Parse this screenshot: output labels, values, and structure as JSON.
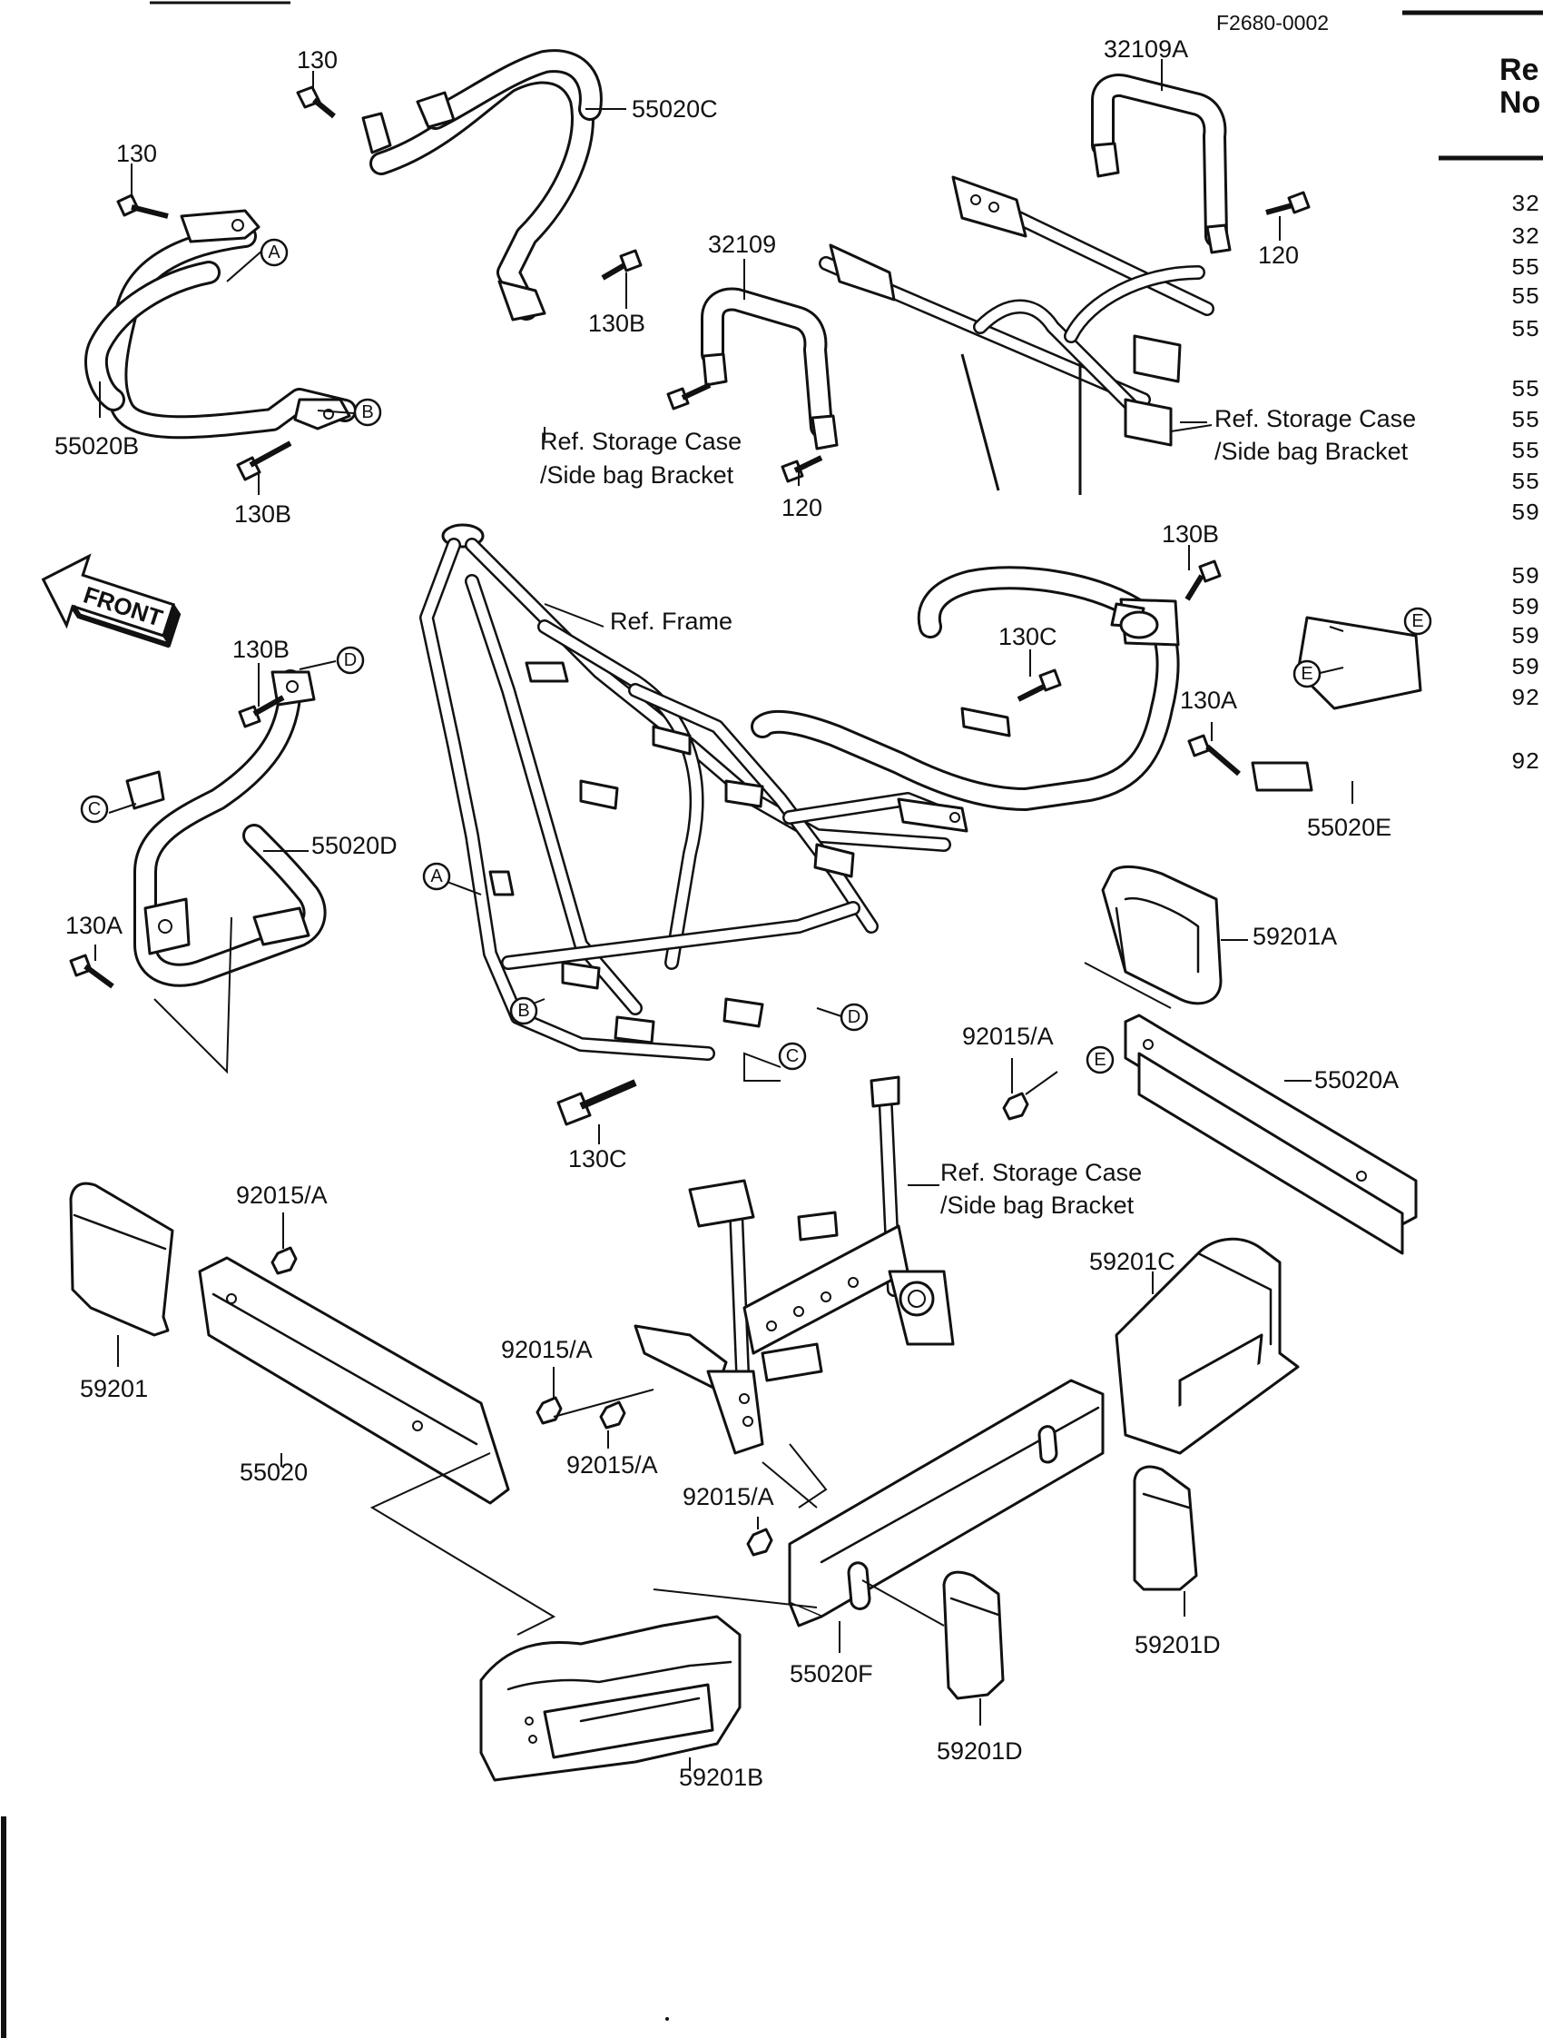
{
  "figure_code": "F2680-0002",
  "front_arrow": "FRONT",
  "parts": {
    "p130_top": "130",
    "p130_left": "130",
    "p55020C": "55020C",
    "p32109A": "32109A",
    "p120_right": "120",
    "p32109": "32109",
    "p130B_mid": "130B",
    "p55020B": "55020B",
    "p130B_left": "130B",
    "p120_mid": "120",
    "p130B_rightguard": "130B",
    "p130C_right": "130C",
    "p130A_right": "130A",
    "p55020E": "55020E",
    "p130B_guardD": "130B",
    "p55020D": "55020D",
    "p130A_left": "130A",
    "p59201A": "59201A",
    "p92015A_1": "92015/A",
    "p55020A": "55020A",
    "p130C_bottom": "130C",
    "p92015A_2": "92015/A",
    "p59201": "59201",
    "p92015A_3": "92015/A",
    "p92015A_4": "92015/A",
    "p55020": "55020",
    "p92015A_5": "92015/A",
    "p59201C": "59201C",
    "p55020F": "55020F",
    "p59201D_right": "59201D",
    "p59201D_center": "59201D",
    "p59201B": "59201B"
  },
  "refs": {
    "storage_case_left_1": "Ref. Storage Case",
    "storage_case_left_2": "/Side bag Bracket",
    "storage_case_right_1": "Ref. Storage Case",
    "storage_case_right_2": "/Side bag Bracket",
    "storage_case_bottom_1": "Ref. Storage Case",
    "storage_case_bottom_2": "/Side bag Bracket",
    "frame": "Ref. Frame"
  },
  "callouts": {
    "A1": "A",
    "A2": "A",
    "B1": "B",
    "B2": "B",
    "C1": "C",
    "C2": "C",
    "D1": "D",
    "D2": "D",
    "E1": "E",
    "E2": "E",
    "E3": "E"
  },
  "sidebar_header": {
    "line1": "Re",
    "line2": "No"
  },
  "sidebar_codes": [
    "32",
    "32",
    "55",
    "55",
    "55",
    "55",
    "55",
    "55",
    "55",
    "59",
    "59",
    "59",
    "59",
    "59",
    "92",
    "92"
  ]
}
